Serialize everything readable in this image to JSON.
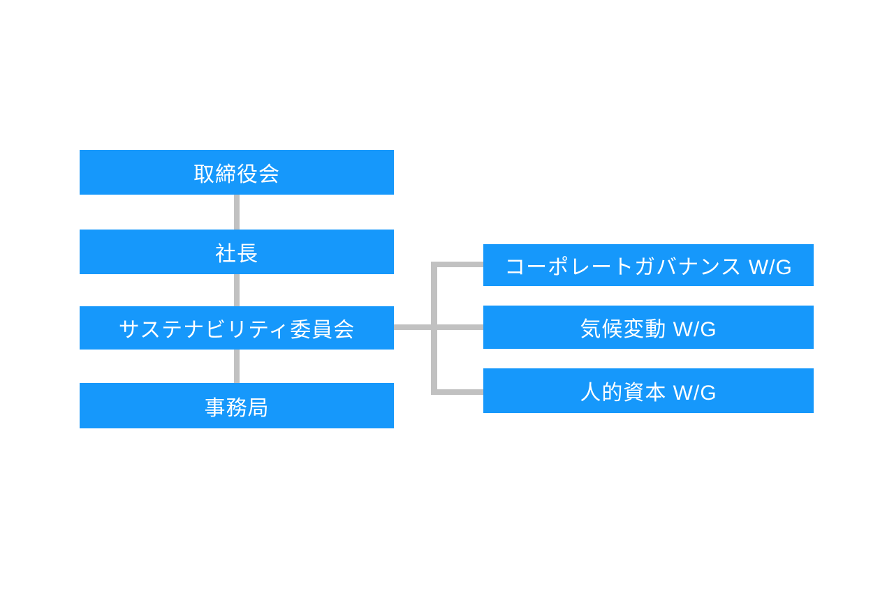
{
  "diagram": {
    "type": "org-chart",
    "colors": {
      "box": "#1698fb",
      "connector": "#c1c1c1",
      "text": "#ffffff",
      "background": "#ffffff"
    },
    "left_column": [
      {
        "label": "取締役会"
      },
      {
        "label": "社長"
      },
      {
        "label": "サステナビリティ委員会"
      },
      {
        "label": "事務局"
      }
    ],
    "right_column": [
      {
        "label": "コーポレートガバナンス W/G"
      },
      {
        "label": "気候変動 W/G"
      },
      {
        "label": "人的資本 W/G"
      }
    ]
  }
}
